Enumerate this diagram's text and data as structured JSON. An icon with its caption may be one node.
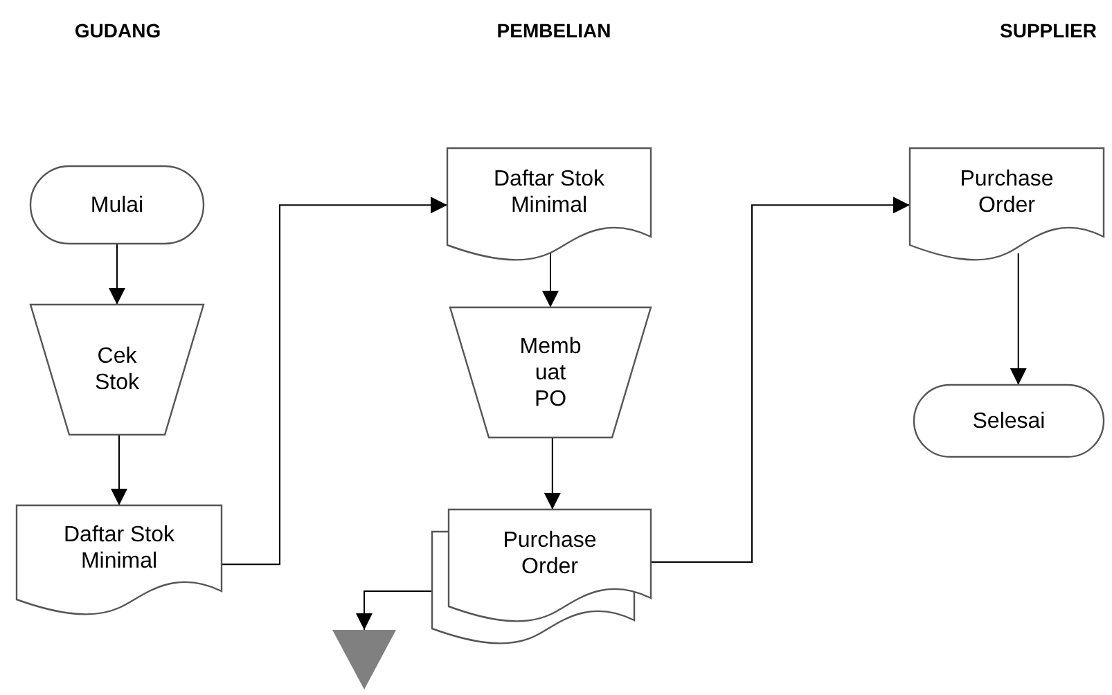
{
  "diagram": {
    "nodes": [
      {
        "text": [
          "Mulai"
        ]
      },
      {
        "text": [
          "Cek Stok"
        ]
      },
      {
        "text": [
          "Daftar Stok Minimal"
        ]
      },
      {
        "text": [
          "Daftar Stok Minimal"
        ]
      },
      {
        "text": [
          "Memb uat PO"
        ]
      },
      {
        "text": [
          "Purchase Order"
        ]
      },
      {
        "text": [],
        "shape": "triangle"
      },
      {
        "text": [
          "Purchase Order"
        ]
      },
      {
        "text": [
          "Selesai"
        ]
      }
    ],
    "edges": [
      {
        "from": 0,
        "to": 1,
        "arrow": "to"
      },
      {
        "from": 1,
        "to": 2,
        "arrow": "to"
      },
      {
        "from": 2,
        "to": 3,
        "arrow": "to"
      },
      {
        "from": 3,
        "to": 4,
        "arrow": "to"
      },
      {
        "from": 4,
        "to": 5,
        "arrow": "to"
      },
      {
        "from": 5,
        "to": 7,
        "arrow": "to"
      },
      {
        "from": 5,
        "to": 6,
        "arrow": "to"
      },
      {
        "from": 7,
        "to": 8,
        "arrow": "to"
      }
    ],
    "labels": [
      "GUDANG",
      "PEMBELIAN",
      "SUPPLIER"
    ]
  }
}
